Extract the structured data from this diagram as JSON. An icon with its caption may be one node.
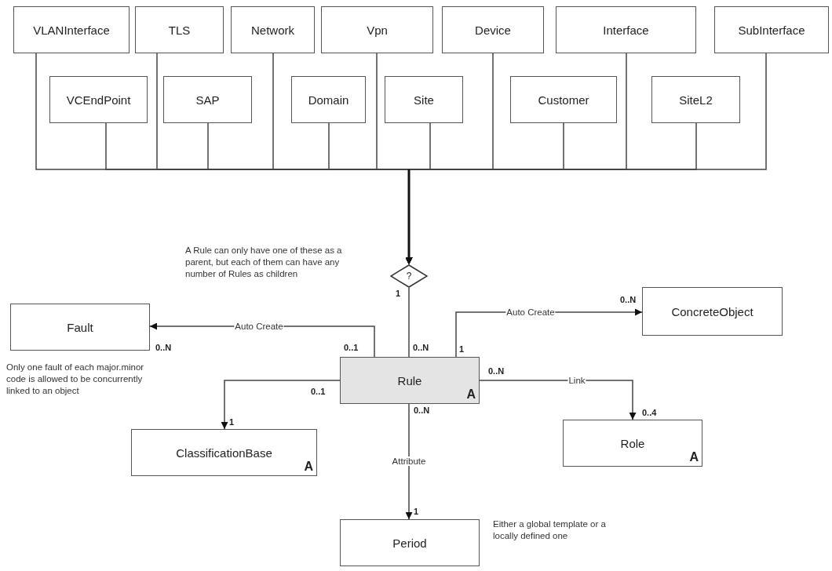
{
  "diagram": {
    "nodes": [
      {
        "text": [
          "VLANInterface"
        ]
      },
      {
        "text": [
          "TLS"
        ]
      },
      {
        "text": [
          "Network"
        ]
      },
      {
        "text": [
          "Vpn"
        ]
      },
      {
        "text": [
          "Device"
        ]
      },
      {
        "text": [
          "Interface"
        ]
      },
      {
        "text": [
          "SubInterface"
        ]
      },
      {
        "text": [
          "VCEndPoint"
        ]
      },
      {
        "text": [
          "SAP"
        ]
      },
      {
        "text": [
          "Domain"
        ]
      },
      {
        "text": [
          "Site"
        ]
      },
      {
        "text": [
          "Customer"
        ]
      },
      {
        "text": [
          "SiteL2"
        ]
      },
      {
        "text": [
          "?"
        ]
      },
      {
        "text": [
          "Fault"
        ],
        "beside": [
          "Only one fault of each major.minor code is allowed to be concurrently linked to an object"
        ]
      },
      {
        "text": [
          "ConcreteObject"
        ]
      },
      {
        "text": [
          "Rule",
          "A"
        ]
      },
      {
        "text": [
          "ClassificationBase",
          "A"
        ]
      },
      {
        "text": [
          "Role",
          "A"
        ]
      },
      {
        "text": [
          "Period"
        ],
        "beside": [
          "Either a global template or a locally defined one"
        ]
      }
    ],
    "edges": [
      {
        "from": 0,
        "to": 13,
        "arrow": "to"
      },
      {
        "from": 1,
        "to": 13,
        "arrow": "to"
      },
      {
        "from": 2,
        "to": 13,
        "arrow": "to"
      },
      {
        "from": 3,
        "to": 13,
        "arrow": "to"
      },
      {
        "from": 4,
        "to": 13,
        "arrow": "to"
      },
      {
        "from": 5,
        "to": 13,
        "arrow": "to"
      },
      {
        "from": 6,
        "to": 13,
        "arrow": "to"
      },
      {
        "from": 7,
        "to": 13,
        "arrow": "to"
      },
      {
        "from": 8,
        "to": 13,
        "arrow": "to"
      },
      {
        "from": 9,
        "to": 13,
        "arrow": "to"
      },
      {
        "from": 10,
        "to": 13,
        "arrow": "to"
      },
      {
        "from": 11,
        "to": 13,
        "arrow": "to"
      },
      {
        "from": 12,
        "to": 13,
        "arrow": "to"
      },
      {
        "from": 13,
        "to": 16,
        "arrow": "none"
      },
      {
        "from": 16,
        "to": 14,
        "arrow": "to",
        "label": "Auto Create"
      },
      {
        "from": 16,
        "to": 15,
        "arrow": "to",
        "label": "Auto Create"
      },
      {
        "from": 16,
        "to": 17,
        "arrow": "to"
      },
      {
        "from": 16,
        "to": 18,
        "arrow": "to",
        "label": "Link"
      },
      {
        "from": 16,
        "to": 19,
        "arrow": "to",
        "label": "Attribute"
      }
    ],
    "labels": [
      "A Rule can only have one of these as a parent, but each of them can have any number of Rules as children",
      "1",
      "0..N",
      "0..1",
      "0..N",
      "1",
      "0..N",
      "0..N",
      "0..1",
      "1",
      "0..N",
      "0..4",
      "1"
    ]
  }
}
